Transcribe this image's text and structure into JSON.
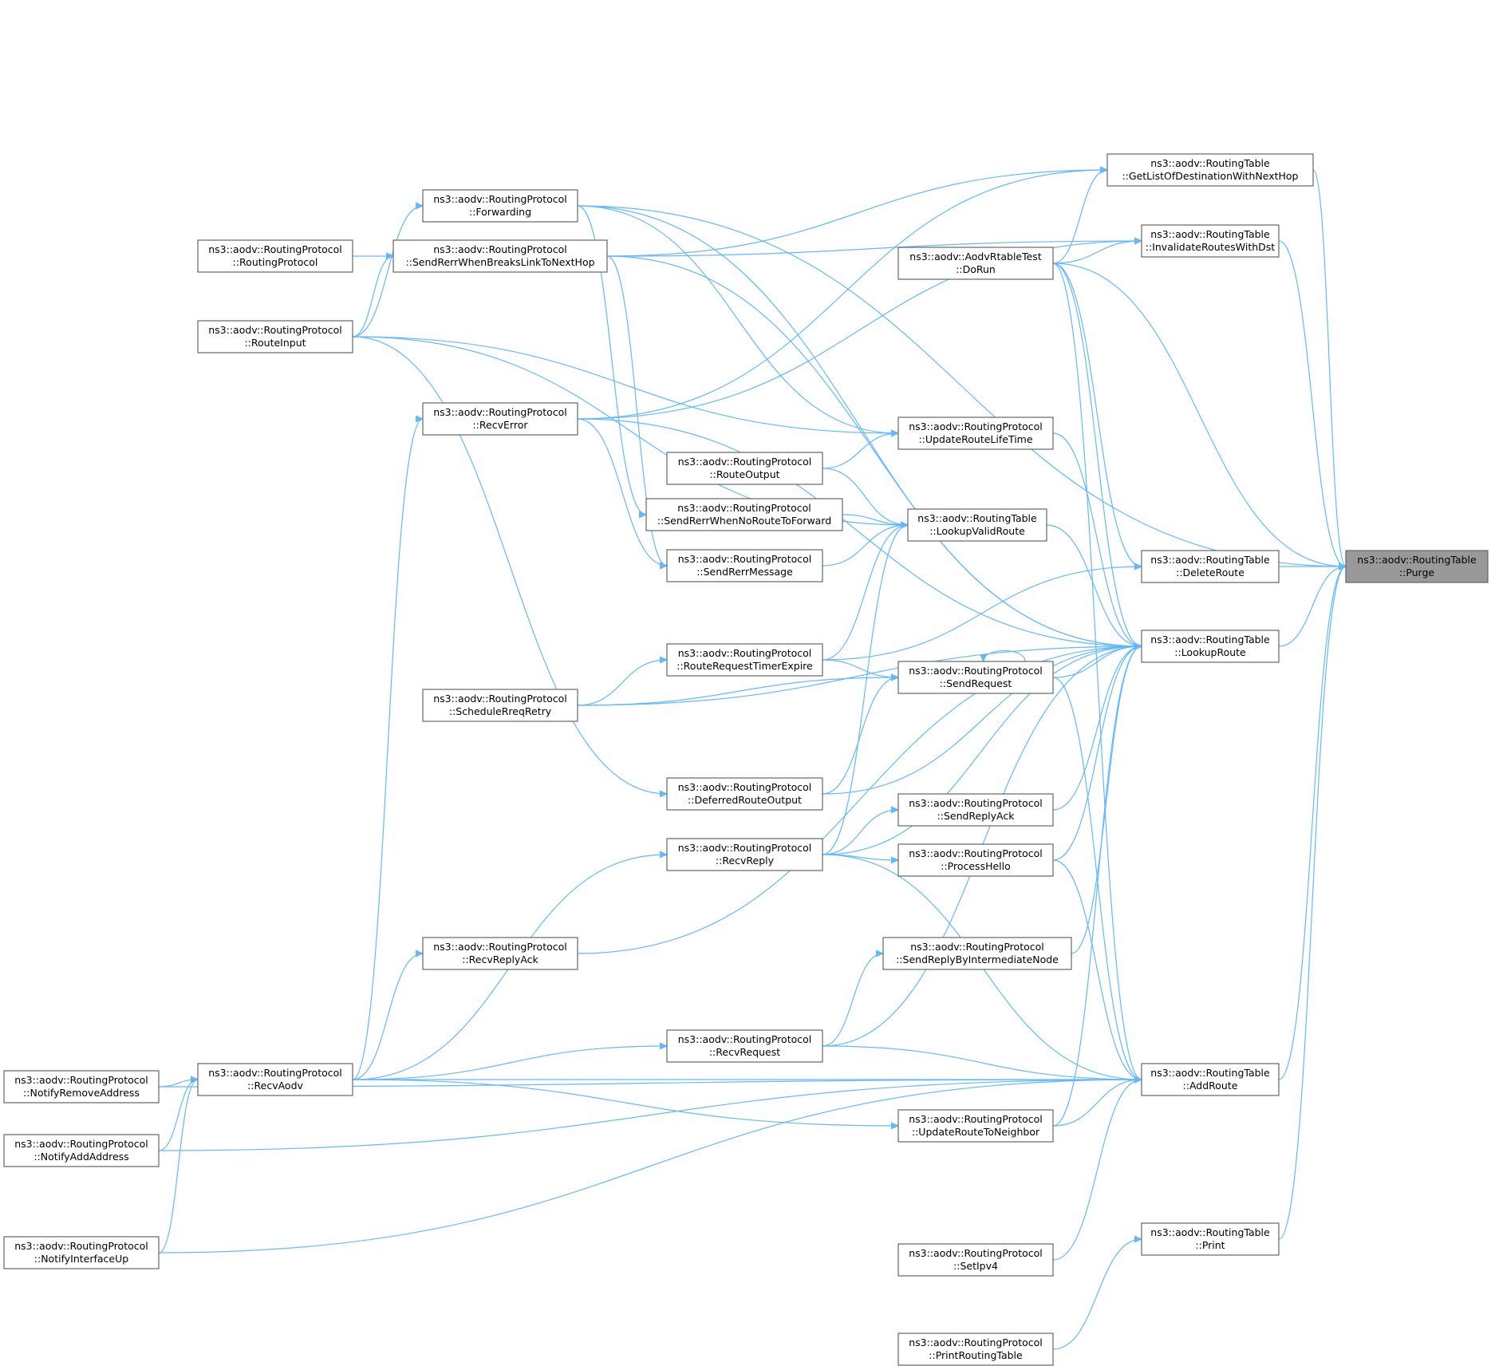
{
  "graph": {
    "target": "purge",
    "edge_color": "#63b8ff",
    "node_border_color": "#666666",
    "highlight_fill": "#999999",
    "nodes": [
      {
        "id": "purge",
        "line1": "ns3::aodv::RoutingTable",
        "line2": "::Purge",
        "highlight": true
      },
      {
        "id": "getlist",
        "line1": "ns3::aodv::RoutingTable",
        "line2": "::GetListOfDestinationWithNextHop"
      },
      {
        "id": "invalidate",
        "line1": "ns3::aodv::RoutingTable",
        "line2": "::InvalidateRoutesWithDst"
      },
      {
        "id": "deleteroute",
        "line1": "ns3::aodv::RoutingTable",
        "line2": "::DeleteRoute"
      },
      {
        "id": "lookuproute",
        "line1": "ns3::aodv::RoutingTable",
        "line2": "::LookupRoute"
      },
      {
        "id": "addroute",
        "line1": "ns3::aodv::RoutingTable",
        "line2": "::AddRoute"
      },
      {
        "id": "print",
        "line1": "ns3::aodv::RoutingTable",
        "line2": "::Print"
      },
      {
        "id": "lookupvalid",
        "line1": "ns3::aodv::RoutingTable",
        "line2": "::LookupValidRoute"
      },
      {
        "id": "dorun",
        "line1": "ns3::aodv::AodvRtableTest",
        "line2": "::DoRun"
      },
      {
        "id": "updatelife",
        "line1": "ns3::aodv::RoutingProtocol",
        "line2": "::UpdateRouteLifeTime"
      },
      {
        "id": "sendrequest",
        "line1": "ns3::aodv::RoutingProtocol",
        "line2": "::SendRequest"
      },
      {
        "id": "sendreplyack",
        "line1": "ns3::aodv::RoutingProtocol",
        "line2": "::SendReplyAck"
      },
      {
        "id": "processhello",
        "line1": "ns3::aodv::RoutingProtocol",
        "line2": "::ProcessHello"
      },
      {
        "id": "sendreplyinter",
        "line1": "ns3::aodv::RoutingProtocol",
        "line2": "::SendReplyByIntermediateNode"
      },
      {
        "id": "updateneighbor",
        "line1": "ns3::aodv::RoutingProtocol",
        "line2": "::UpdateRouteToNeighbor"
      },
      {
        "id": "setipv4",
        "line1": "ns3::aodv::RoutingProtocol",
        "line2": "::SetIpv4"
      },
      {
        "id": "printrt",
        "line1": "ns3::aodv::RoutingProtocol",
        "line2": "::PrintRoutingTable"
      },
      {
        "id": "routeoutput",
        "line1": "ns3::aodv::RoutingProtocol",
        "line2": "::RouteOutput"
      },
      {
        "id": "sendrerrnoroute",
        "line1": "ns3::aodv::RoutingProtocol",
        "line2": "::SendRerrWhenNoRouteToForward"
      },
      {
        "id": "sendrerrmsg",
        "line1": "ns3::aodv::RoutingProtocol",
        "line2": "::SendRerrMessage"
      },
      {
        "id": "rreqtimer",
        "line1": "ns3::aodv::RoutingProtocol",
        "line2": "::RouteRequestTimerExpire"
      },
      {
        "id": "deferred",
        "line1": "ns3::aodv::RoutingProtocol",
        "line2": "::DeferredRouteOutput"
      },
      {
        "id": "recvreply",
        "line1": "ns3::aodv::RoutingProtocol",
        "line2": "::RecvReply"
      },
      {
        "id": "recvrequest",
        "line1": "ns3::aodv::RoutingProtocol",
        "line2": "::RecvRequest"
      },
      {
        "id": "forwarding",
        "line1": "ns3::aodv::RoutingProtocol",
        "line2": "::Forwarding"
      },
      {
        "id": "sendrerrbreak",
        "line1": "ns3::aodv::RoutingProtocol",
        "line2": "::SendRerrWhenBreaksLinkToNextHop"
      },
      {
        "id": "recverror",
        "line1": "ns3::aodv::RoutingProtocol",
        "line2": "::RecvError"
      },
      {
        "id": "schedulerreq",
        "line1": "ns3::aodv::RoutingProtocol",
        "line2": "::ScheduleRreqRetry"
      },
      {
        "id": "recvreplyack",
        "line1": "ns3::aodv::RoutingProtocol",
        "line2": "::RecvReplyAck"
      },
      {
        "id": "recvaodv",
        "line1": "ns3::aodv::RoutingProtocol",
        "line2": "::RecvAodv"
      },
      {
        "id": "ctor",
        "line1": "ns3::aodv::RoutingProtocol",
        "line2": "::RoutingProtocol"
      },
      {
        "id": "routeinput",
        "line1": "ns3::aodv::RoutingProtocol",
        "line2": "::RouteInput"
      },
      {
        "id": "notifyremove",
        "line1": "ns3::aodv::RoutingProtocol",
        "line2": "::NotifyRemoveAddress"
      },
      {
        "id": "notifyadd",
        "line1": "ns3::aodv::RoutingProtocol",
        "line2": "::NotifyAddAddress"
      },
      {
        "id": "notifyup",
        "line1": "ns3::aodv::RoutingProtocol",
        "line2": "::NotifyInterfaceUp"
      }
    ],
    "edges": [
      [
        "getlist",
        "purge"
      ],
      [
        "invalidate",
        "purge"
      ],
      [
        "deleteroute",
        "purge"
      ],
      [
        "lookuproute",
        "purge"
      ],
      [
        "addroute",
        "purge"
      ],
      [
        "print",
        "purge"
      ],
      [
        "forwarding",
        "purge"
      ],
      [
        "dorun",
        "purge"
      ],
      [
        "dorun",
        "getlist"
      ],
      [
        "recverror",
        "getlist"
      ],
      [
        "sendrerrbreak",
        "getlist"
      ],
      [
        "dorun",
        "invalidate"
      ],
      [
        "sendrerrbreak",
        "invalidate"
      ],
      [
        "recverror",
        "invalidate"
      ],
      [
        "dorun",
        "deleteroute"
      ],
      [
        "rreqtimer",
        "deleteroute"
      ],
      [
        "lookupvalid",
        "lookuproute"
      ],
      [
        "dorun",
        "lookuproute"
      ],
      [
        "updatelife",
        "lookuproute"
      ],
      [
        "sendrequest",
        "lookuproute"
      ],
      [
        "sendreplyack",
        "lookuproute"
      ],
      [
        "processhello",
        "lookuproute"
      ],
      [
        "sendreplyinter",
        "lookuproute"
      ],
      [
        "updateneighbor",
        "lookuproute"
      ],
      [
        "forwarding",
        "lookuproute"
      ],
      [
        "sendrerrbreak",
        "lookuproute"
      ],
      [
        "recverror",
        "lookuproute"
      ],
      [
        "schedulerreq",
        "lookuproute"
      ],
      [
        "deferred",
        "lookuproute"
      ],
      [
        "recvreply",
        "lookuproute"
      ],
      [
        "recvreplyack",
        "lookuproute"
      ],
      [
        "recvrequest",
        "lookuproute"
      ],
      [
        "dorun",
        "addroute"
      ],
      [
        "sendrequest",
        "addroute"
      ],
      [
        "processhello",
        "addroute"
      ],
      [
        "recvreply",
        "addroute"
      ],
      [
        "recvrequest",
        "addroute"
      ],
      [
        "updateneighbor",
        "addroute"
      ],
      [
        "recvaodv",
        "addroute"
      ],
      [
        "setipv4",
        "addroute"
      ],
      [
        "notifyremove",
        "addroute"
      ],
      [
        "notifyadd",
        "addroute"
      ],
      [
        "notifyup",
        "addroute"
      ],
      [
        "printrt",
        "print"
      ],
      [
        "routeoutput",
        "lookupvalid"
      ],
      [
        "sendrerrnoroute",
        "lookupvalid"
      ],
      [
        "sendrerrmsg",
        "lookupvalid"
      ],
      [
        "rreqtimer",
        "lookupvalid"
      ],
      [
        "routeinput",
        "lookupvalid"
      ],
      [
        "recvreply",
        "lookupvalid"
      ],
      [
        "routeinput",
        "updatelife"
      ],
      [
        "routeoutput",
        "updatelife"
      ],
      [
        "forwarding",
        "updatelife"
      ],
      [
        "rreqtimer",
        "sendrequest"
      ],
      [
        "schedulerreq",
        "sendrequest"
      ],
      [
        "deferred",
        "sendrequest"
      ],
      [
        "sendrequest",
        "sendrequest"
      ],
      [
        "recvreply",
        "sendreplyack"
      ],
      [
        "recvreply",
        "processhello"
      ],
      [
        "recvrequest",
        "sendreplyinter"
      ],
      [
        "recvaodv",
        "updateneighbor"
      ],
      [
        "forwarding",
        "sendrerrnoroute"
      ],
      [
        "sendrerrbreak",
        "sendrerrmsg"
      ],
      [
        "recverror",
        "sendrerrmsg"
      ],
      [
        "schedulerreq",
        "rreqtimer"
      ],
      [
        "routeinput",
        "deferred"
      ],
      [
        "recvaodv",
        "recvreply"
      ],
      [
        "recvaodv",
        "recvrequest"
      ],
      [
        "recvaodv",
        "recvreplyack"
      ],
      [
        "recvaodv",
        "recverror"
      ],
      [
        "routeinput",
        "forwarding"
      ],
      [
        "ctor",
        "sendrerrbreak"
      ],
      [
        "routeinput",
        "sendrerrbreak"
      ],
      [
        "notifyremove",
        "recvaodv"
      ],
      [
        "notifyadd",
        "recvaodv"
      ],
      [
        "notifyup",
        "recvaodv"
      ]
    ]
  }
}
